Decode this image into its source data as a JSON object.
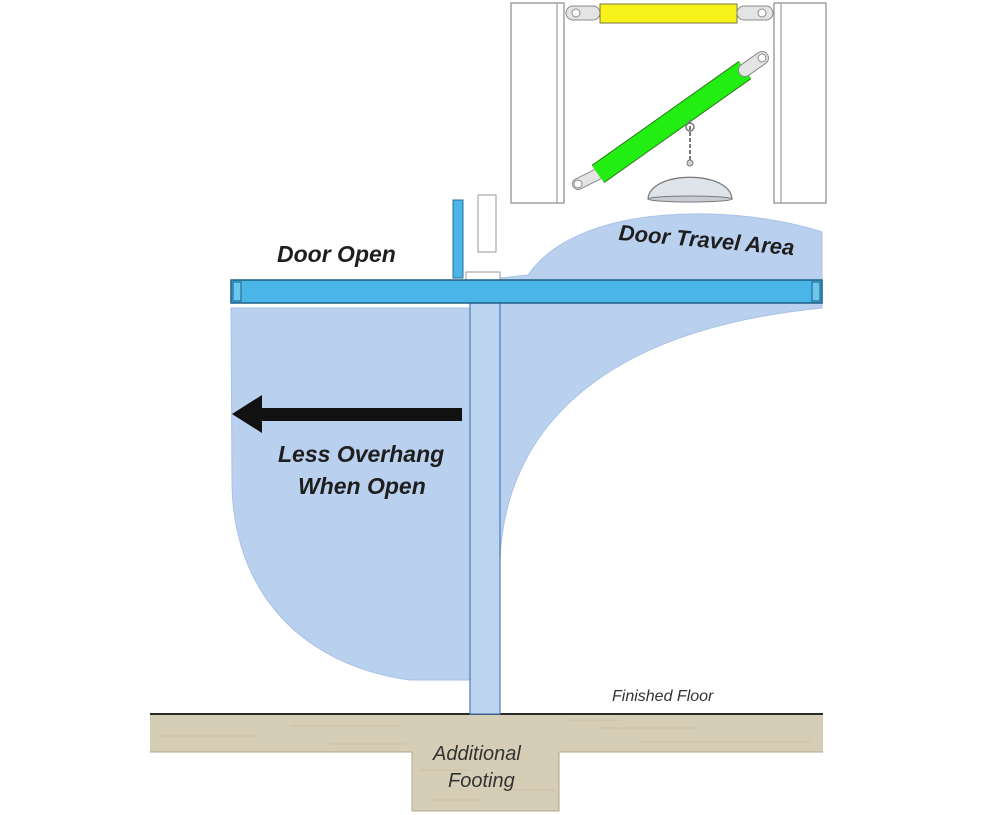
{
  "labels": {
    "door_open": "Door Open",
    "door_travel_area": "Door Travel Area",
    "less_overhang_line1": "Less Overhang",
    "less_overhang_line2": "When Open",
    "finished_floor": "Finished Floor",
    "footing_line1": "Additional",
    "footing_line2": "Footing"
  },
  "colors": {
    "door_panel": "#4ab6e8",
    "travel_area": "#b9d0ee",
    "ground": "#d6cdb6",
    "ground_edge": "#2a2a2a",
    "strut_top": "#f7f21a",
    "strut_diagonal": "#22ee11",
    "arrow": "#111111"
  },
  "icons": {
    "arrow": "left-arrow-icon",
    "light": "dome-light-icon"
  }
}
